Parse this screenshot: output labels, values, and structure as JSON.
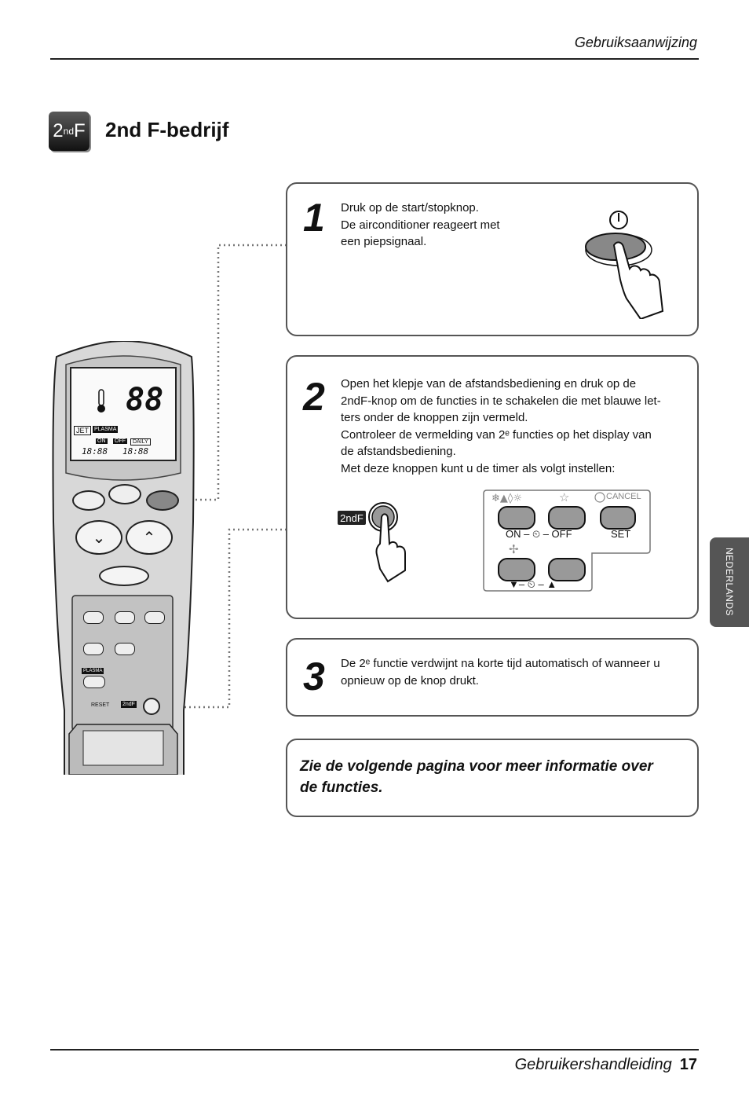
{
  "header": {
    "title": "Gebruiksaanwijzing"
  },
  "section": {
    "badge_main": "2",
    "badge_sup": "nd",
    "badge_end": "F",
    "title": "2nd F-bedrijf"
  },
  "steps": [
    {
      "number": "1",
      "lines": [
        "Druk op de start/stopknop.",
        "De airconditioner reageert met",
        "een piepsignaal."
      ]
    },
    {
      "number": "2",
      "lines": [
        "Open het klepje van de afstandsbediening en druk op de",
        "2ndF-knop om de functies in te schakelen die met blauwe let-",
        "ters onder de knoppen zijn vermeld.",
        "Controleer de vermelding van 2ᵉ functies op het display van",
        "de afstandsbediening.",
        "Met deze knoppen kunt u de timer als volgt instellen:"
      ]
    },
    {
      "number": "3",
      "lines": [
        "De 2ᵉ functie verdwijnt na korte tijd automatisch of wanneer u",
        "opnieuw op de knop drukt."
      ]
    }
  ],
  "note": {
    "lines": [
      "Zie de volgende pagina voor meer informatie over",
      "de functies."
    ]
  },
  "panel": {
    "cancel": "CANCEL",
    "on_off": "ON – ⏲ – OFF",
    "set": "SET",
    "arrows": "▼– ⏲ – ▲",
    "badge": "2ndF"
  },
  "remote": {
    "jet": "JET",
    "plasma": "PLASMA",
    "on": "ON",
    "off": "OFF",
    "daily": "DAILY",
    "reset": "RESET",
    "digits": "88",
    "time1": "18:88",
    "time2": "18:88",
    "badge": "2ndF"
  },
  "side_tab": "NEDERLANDS",
  "footer": {
    "manual": "Gebruikershandleiding",
    "page": "17"
  },
  "icons": [
    "power-icon",
    "hand-icon",
    "clock-icon",
    "snowflake-icon",
    "star-icon",
    "fan-icon",
    "thermometer-icon",
    "chevron-down-icon",
    "chevron-up-icon"
  ]
}
